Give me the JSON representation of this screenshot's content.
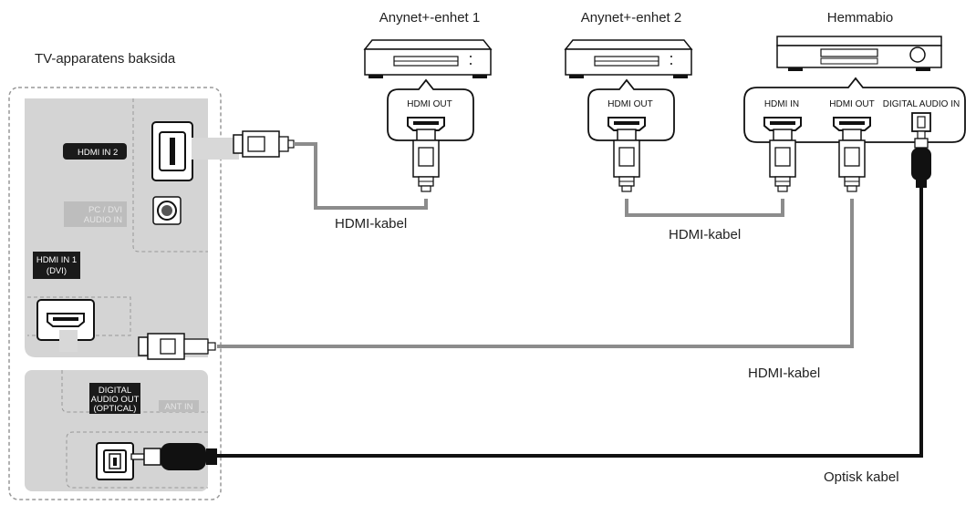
{
  "title": "TV-apparatens baksida",
  "tv": {
    "hdmi_in_2": "HDMI IN 2",
    "pc_dvi_line1": "PC / DVI",
    "pc_dvi_line2": "AUDIO IN",
    "hdmi_in_1_line1": "HDMI IN 1",
    "hdmi_in_1_line2": "(DVI)",
    "digital_audio_out_line1": "DIGITAL",
    "digital_audio_out_line2": "AUDIO OUT",
    "digital_audio_out_line3": "(OPTICAL)",
    "ant_in": "ANT IN"
  },
  "devices": {
    "device1": {
      "name": "Anynet+-enhet 1",
      "port": "HDMI OUT"
    },
    "device2": {
      "name": "Anynet+-enhet 2",
      "port": "HDMI OUT"
    },
    "home_theater": {
      "name": "Hemmabio",
      "port_hdmi_in": "HDMI IN",
      "port_hdmi_out": "HDMI OUT",
      "port_digital_audio_in": "DIGITAL AUDIO IN"
    }
  },
  "cables": {
    "cable1": "HDMI-kabel",
    "cable2": "HDMI-kabel",
    "cable3": "HDMI-kabel",
    "optical": "Optisk kabel"
  }
}
